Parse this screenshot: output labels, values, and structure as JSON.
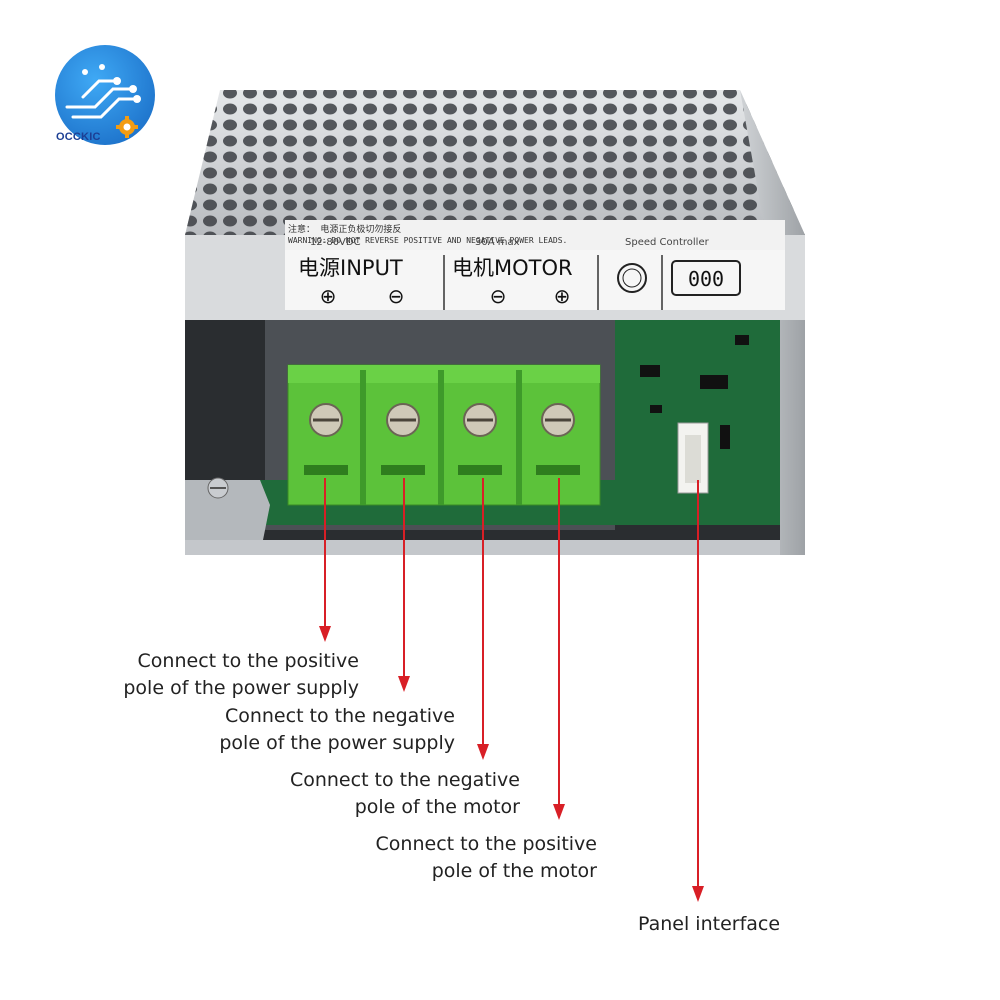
{
  "logo": {
    "brand": "OCCKIC"
  },
  "device": {
    "warning_cn": "注意： 电源正负极切勿接反",
    "warning_en": "WARNING: DO NOT REVERSE POSITIVE AND NEGATIVE POWER LEADS.",
    "voltage": "12-80VDC",
    "current": "30A max",
    "product": "Speed Controller",
    "input_label": "电源INPUT",
    "motor_label": "电机MOTOR",
    "display": "000",
    "terminal_symbols": [
      "⊕",
      "⊖",
      "⊖",
      "⊕"
    ]
  },
  "annotations": [
    {
      "line1": "Connect to the positive",
      "line2": "pole of the power supply"
    },
    {
      "line1": "Connect to the negative",
      "line2": "pole of the power supply"
    },
    {
      "line1": "Connect to the negative",
      "line2": "pole of the motor"
    },
    {
      "line1": "Connect to the positive",
      "line2": "pole of the motor"
    },
    {
      "line1": "Panel interface"
    }
  ],
  "colors": {
    "arrow": "#d81f26",
    "terminal_green": "#5cc23a",
    "pcb_green": "#1f6b3a",
    "metal": "#c9ccd0"
  }
}
